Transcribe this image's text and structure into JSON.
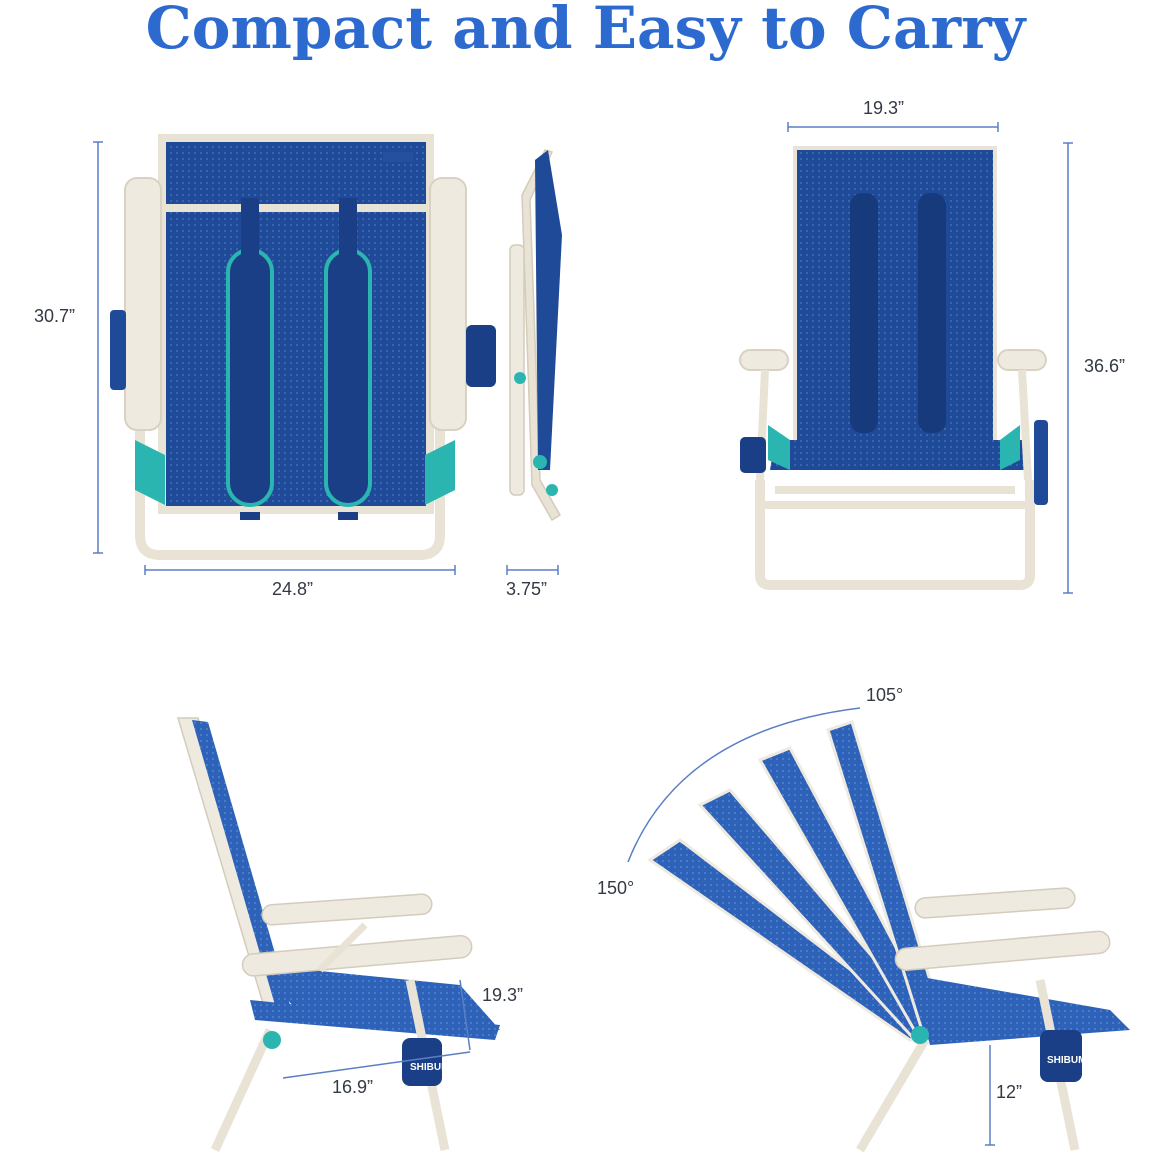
{
  "title": "Compact and Easy to Carry",
  "brand": "SHIBUMI",
  "colors": {
    "title": "#2d6ad0",
    "navy_mesh": "#1f4a97",
    "royal_mesh": "#2e62b8",
    "frame": "#e9e3d6",
    "teal": "#2bb5b0",
    "dim_line": "#5a7fc4"
  },
  "dimensions": {
    "folded_height": "30.7”",
    "folded_width": "24.8”",
    "folded_depth": "3.75”",
    "open_width": "19.3”",
    "open_height": "36.6”",
    "seat_depth_side": "19.3”",
    "seat_length": "16.9”",
    "angle_upright": "105°",
    "angle_recline": "150°",
    "seat_height": "12”"
  }
}
